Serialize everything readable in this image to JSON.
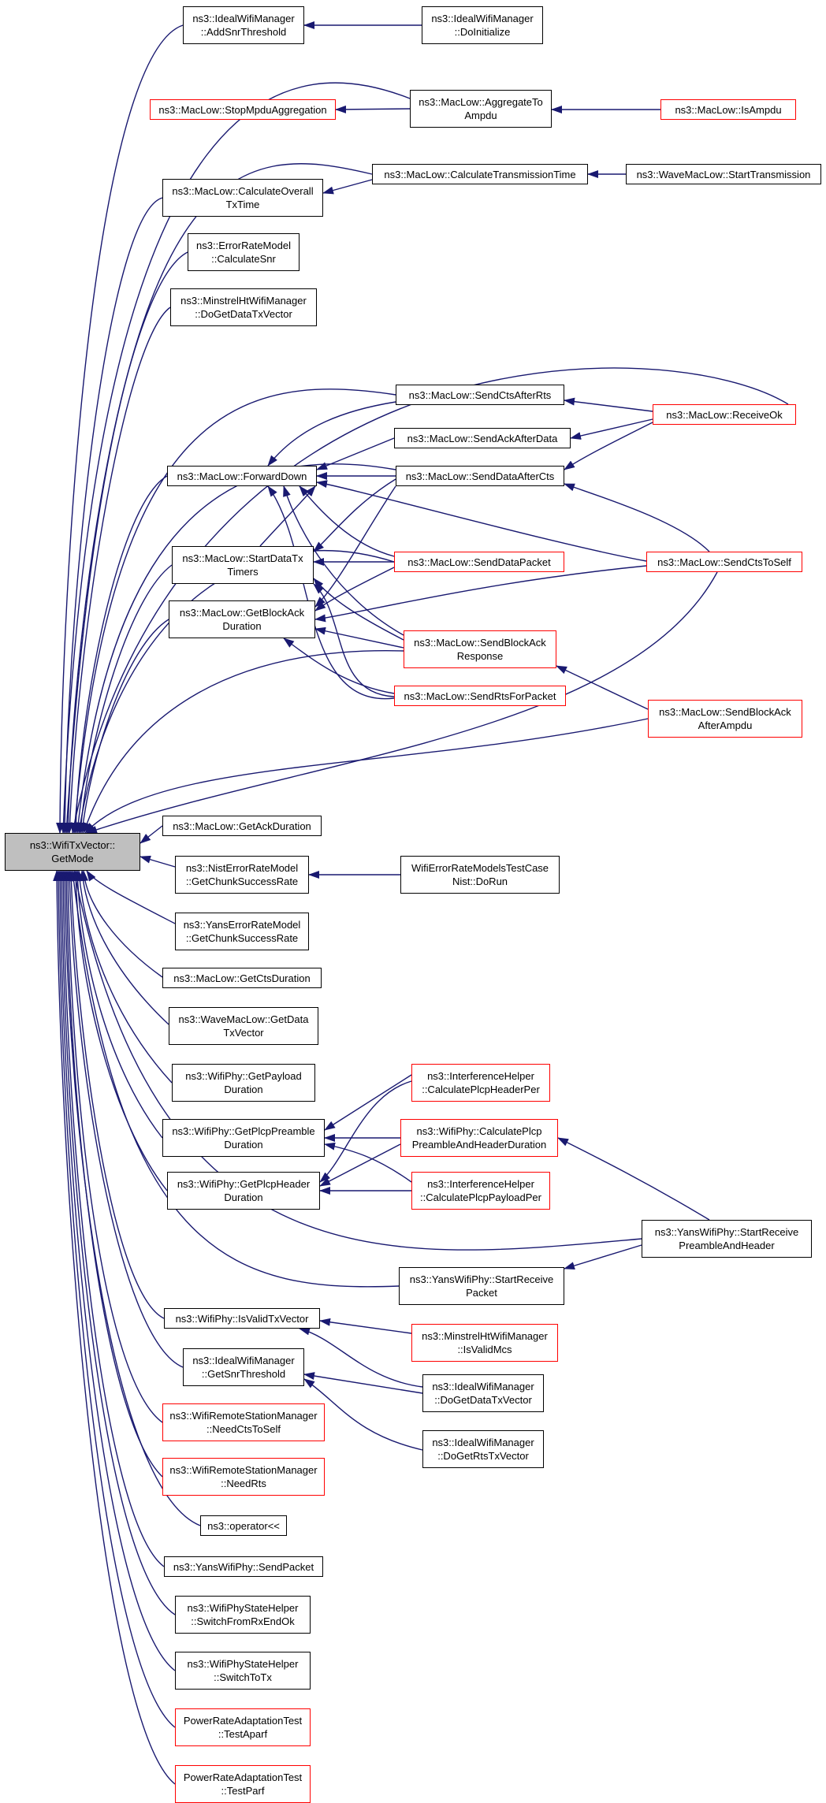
{
  "colors": {
    "edge": "#191970",
    "border": "#000000",
    "external_border": "#ff0000",
    "root_fill": "#bfbfbf"
  },
  "nodes": [
    {
      "id": "root",
      "lines": [
        "ns3::WifiTxVector::",
        "GetMode"
      ],
      "style": "root"
    },
    {
      "id": "n_addsnr",
      "lines": [
        "ns3::IdealWifiManager",
        "::AddSnrThreshold"
      ],
      "style": "black"
    },
    {
      "id": "n_doinit",
      "lines": [
        "ns3::IdealWifiManager",
        "::DoInitialize"
      ],
      "style": "black"
    },
    {
      "id": "n_stopmpdu",
      "lines": [
        "ns3::MacLow::StopMpduAggregation"
      ],
      "style": "red"
    },
    {
      "id": "n_aggto",
      "lines": [
        "ns3::MacLow::AggregateTo",
        "Ampdu"
      ],
      "style": "black"
    },
    {
      "id": "n_isampdu",
      "lines": [
        "ns3::MacLow::IsAmpdu"
      ],
      "style": "red"
    },
    {
      "id": "n_calcoverall",
      "lines": [
        "ns3::MacLow::CalculateOverall",
        "TxTime"
      ],
      "style": "black"
    },
    {
      "id": "n_calctrans",
      "lines": [
        "ns3::MacLow::CalculateTransmissionTime"
      ],
      "style": "black"
    },
    {
      "id": "n_wavestart",
      "lines": [
        "ns3::WaveMacLow::StartTransmission"
      ],
      "style": "black"
    },
    {
      "id": "n_errsnr",
      "lines": [
        "ns3::ErrorRateModel",
        "::CalculateSnr"
      ],
      "style": "black"
    },
    {
      "id": "n_minstrel_dgd",
      "lines": [
        "ns3::MinstrelHtWifiManager",
        "::DoGetDataTxVector"
      ],
      "style": "black"
    },
    {
      "id": "n_sendcts",
      "lines": [
        "ns3::MacLow::SendCtsAfterRts"
      ],
      "style": "black"
    },
    {
      "id": "n_receiveok",
      "lines": [
        "ns3::MacLow::ReceiveOk"
      ],
      "style": "red"
    },
    {
      "id": "n_sendack",
      "lines": [
        "ns3::MacLow::SendAckAfterData"
      ],
      "style": "black"
    },
    {
      "id": "n_forward",
      "lines": [
        "ns3::MacLow::ForwardDown"
      ],
      "style": "black"
    },
    {
      "id": "n_senddataaftercts",
      "lines": [
        "ns3::MacLow::SendDataAfterCts"
      ],
      "style": "black"
    },
    {
      "id": "n_startdatatx",
      "lines": [
        "ns3::MacLow::StartDataTx",
        "Timers"
      ],
      "style": "black"
    },
    {
      "id": "n_senddatapacket",
      "lines": [
        "ns3::MacLow::SendDataPacket"
      ],
      "style": "red"
    },
    {
      "id": "n_sendctstoself",
      "lines": [
        "ns3::MacLow::SendCtsToSelf"
      ],
      "style": "red"
    },
    {
      "id": "n_getblockack",
      "lines": [
        "ns3::MacLow::GetBlockAck",
        "Duration"
      ],
      "style": "black"
    },
    {
      "id": "n_sendblockackresp",
      "lines": [
        "ns3::MacLow::SendBlockAck",
        "Response"
      ],
      "style": "red"
    },
    {
      "id": "n_sendrts",
      "lines": [
        "ns3::MacLow::SendRtsForPacket"
      ],
      "style": "red"
    },
    {
      "id": "n_sendblockackafter",
      "lines": [
        "ns3::MacLow::SendBlockAck",
        "AfterAmpdu"
      ],
      "style": "red"
    },
    {
      "id": "n_getack",
      "lines": [
        "ns3::MacLow::GetAckDuration"
      ],
      "style": "black"
    },
    {
      "id": "n_nistchunk",
      "lines": [
        "ns3::NistErrorRateModel",
        "::GetChunkSuccessRate"
      ],
      "style": "black"
    },
    {
      "id": "n_nisttest",
      "lines": [
        "WifiErrorRateModelsTestCase",
        "Nist::DoRun"
      ],
      "style": "black"
    },
    {
      "id": "n_yanschunk",
      "lines": [
        "ns3::YansErrorRateModel",
        "::GetChunkSuccessRate"
      ],
      "style": "black"
    },
    {
      "id": "n_getcts",
      "lines": [
        "ns3::MacLow::GetCtsDuration"
      ],
      "style": "black"
    },
    {
      "id": "n_wavegetdata",
      "lines": [
        "ns3::WaveMacLow::GetData",
        "TxVector"
      ],
      "style": "black"
    },
    {
      "id": "n_getpayload",
      "lines": [
        "ns3::WifiPhy::GetPayload",
        "Duration"
      ],
      "style": "black"
    },
    {
      "id": "n_calcplcpheaderper",
      "lines": [
        "ns3::InterferenceHelper",
        "::CalculatePlcpHeaderPer"
      ],
      "style": "red"
    },
    {
      "id": "n_getplcppreamble",
      "lines": [
        "ns3::WifiPhy::GetPlcpPreamble",
        "Duration"
      ],
      "style": "black"
    },
    {
      "id": "n_calcplcppreamble",
      "lines": [
        "ns3::WifiPhy::CalculatePlcp",
        "PreambleAndHeaderDuration"
      ],
      "style": "red"
    },
    {
      "id": "n_getplcpheader",
      "lines": [
        "ns3::WifiPhy::GetPlcpHeader",
        "Duration"
      ],
      "style": "black"
    },
    {
      "id": "n_calcplcppayload",
      "lines": [
        "ns3::InterferenceHelper",
        "::CalculatePlcpPayloadPer"
      ],
      "style": "red"
    },
    {
      "id": "n_yansstartpre",
      "lines": [
        "ns3::YansWifiPhy::StartReceive",
        "PreambleAndHeader"
      ],
      "style": "black"
    },
    {
      "id": "n_yansstartpkt",
      "lines": [
        "ns3::YansWifiPhy::StartReceive",
        "Packet"
      ],
      "style": "black"
    },
    {
      "id": "n_isvalidtx",
      "lines": [
        "ns3::WifiPhy::IsValidTxVector"
      ],
      "style": "black"
    },
    {
      "id": "n_isvalidmcs",
      "lines": [
        "ns3::MinstrelHtWifiManager",
        "::IsValidMcs"
      ],
      "style": "red"
    },
    {
      "id": "n_getsnr",
      "lines": [
        "ns3::IdealWifiManager",
        "::GetSnrThreshold"
      ],
      "style": "black"
    },
    {
      "id": "n_ideal_dgd",
      "lines": [
        "ns3::IdealWifiManager",
        "::DoGetDataTxVector"
      ],
      "style": "black"
    },
    {
      "id": "n_needctstoself",
      "lines": [
        "ns3::WifiRemoteStationManager",
        "::NeedCtsToSelf"
      ],
      "style": "red"
    },
    {
      "id": "n_ideal_dgr",
      "lines": [
        "ns3::IdealWifiManager",
        "::DoGetRtsTxVector"
      ],
      "style": "black"
    },
    {
      "id": "n_needrts",
      "lines": [
        "ns3::WifiRemoteStationManager",
        "::NeedRts"
      ],
      "style": "red"
    },
    {
      "id": "n_operator",
      "lines": [
        "ns3::operator<<"
      ],
      "style": "black"
    },
    {
      "id": "n_yanssend",
      "lines": [
        "ns3::YansWifiPhy::SendPacket"
      ],
      "style": "black"
    },
    {
      "id": "n_switchrx",
      "lines": [
        "ns3::WifiPhyStateHelper",
        "::SwitchFromRxEndOk"
      ],
      "style": "black"
    },
    {
      "id": "n_switchtx",
      "lines": [
        "ns3::WifiPhyStateHelper",
        "::SwitchToTx"
      ],
      "style": "black"
    },
    {
      "id": "n_testaparf",
      "lines": [
        "PowerRateAdaptationTest",
        "::TestAparf"
      ],
      "style": "red"
    },
    {
      "id": "n_testparf",
      "lines": [
        "PowerRateAdaptationTest",
        "::TestParf"
      ],
      "style": "red"
    }
  ]
}
